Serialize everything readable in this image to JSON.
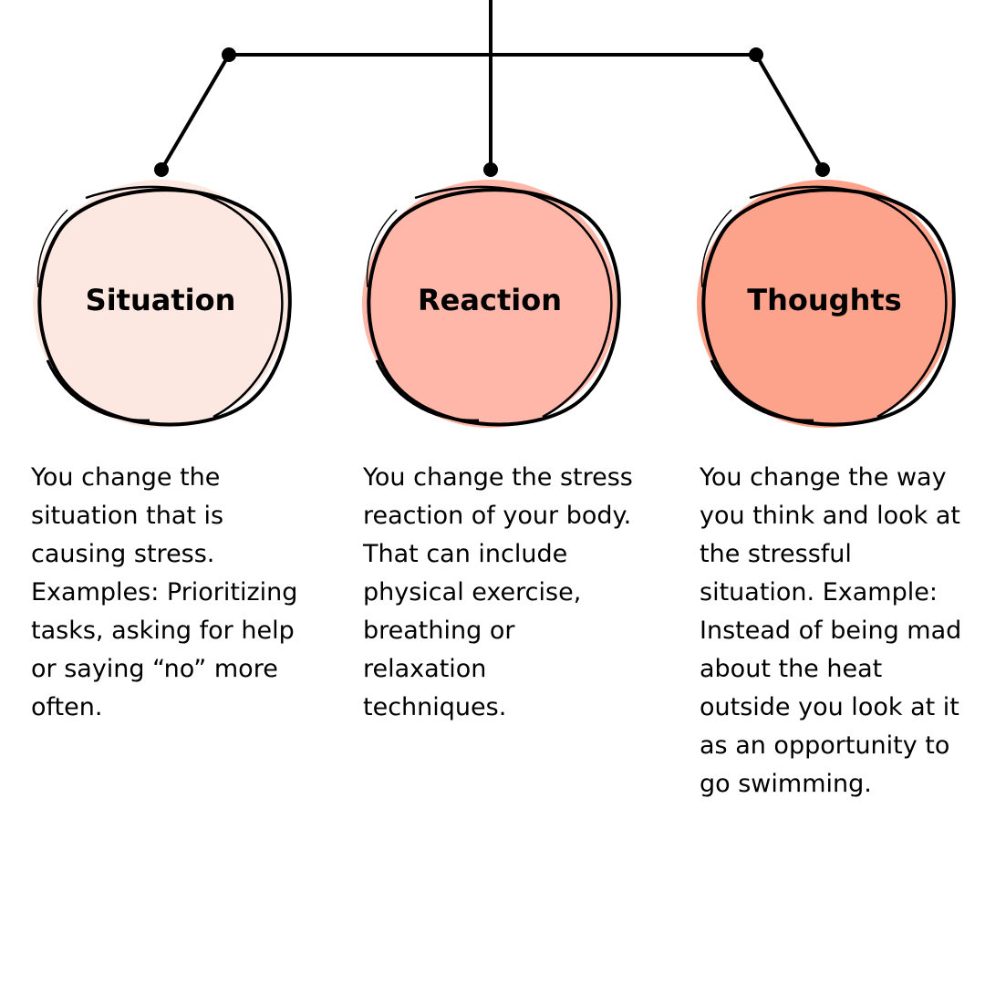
{
  "nodes": [
    {
      "title": "Situation",
      "description": "You change the situation that is causing stress. Examples: Prioritizing tasks, asking for help or saying “no” more often.",
      "fill_color": "#FDE7E1"
    },
    {
      "title": "Reaction",
      "description": "You change the stress reaction of your body. That can include physical exercise, breathing or relaxation techniques.",
      "fill_color": "#FEB7A9"
    },
    {
      "title": "Thoughts",
      "description": "You change the way you think and look at the stressful situation. Example: Instead of being mad about the heat outside you look at it as an opportunity to go swimming.",
      "fill_color": "#FEA38B"
    }
  ],
  "colors": {
    "line": "#000000",
    "background": "#FFFFFF"
  }
}
